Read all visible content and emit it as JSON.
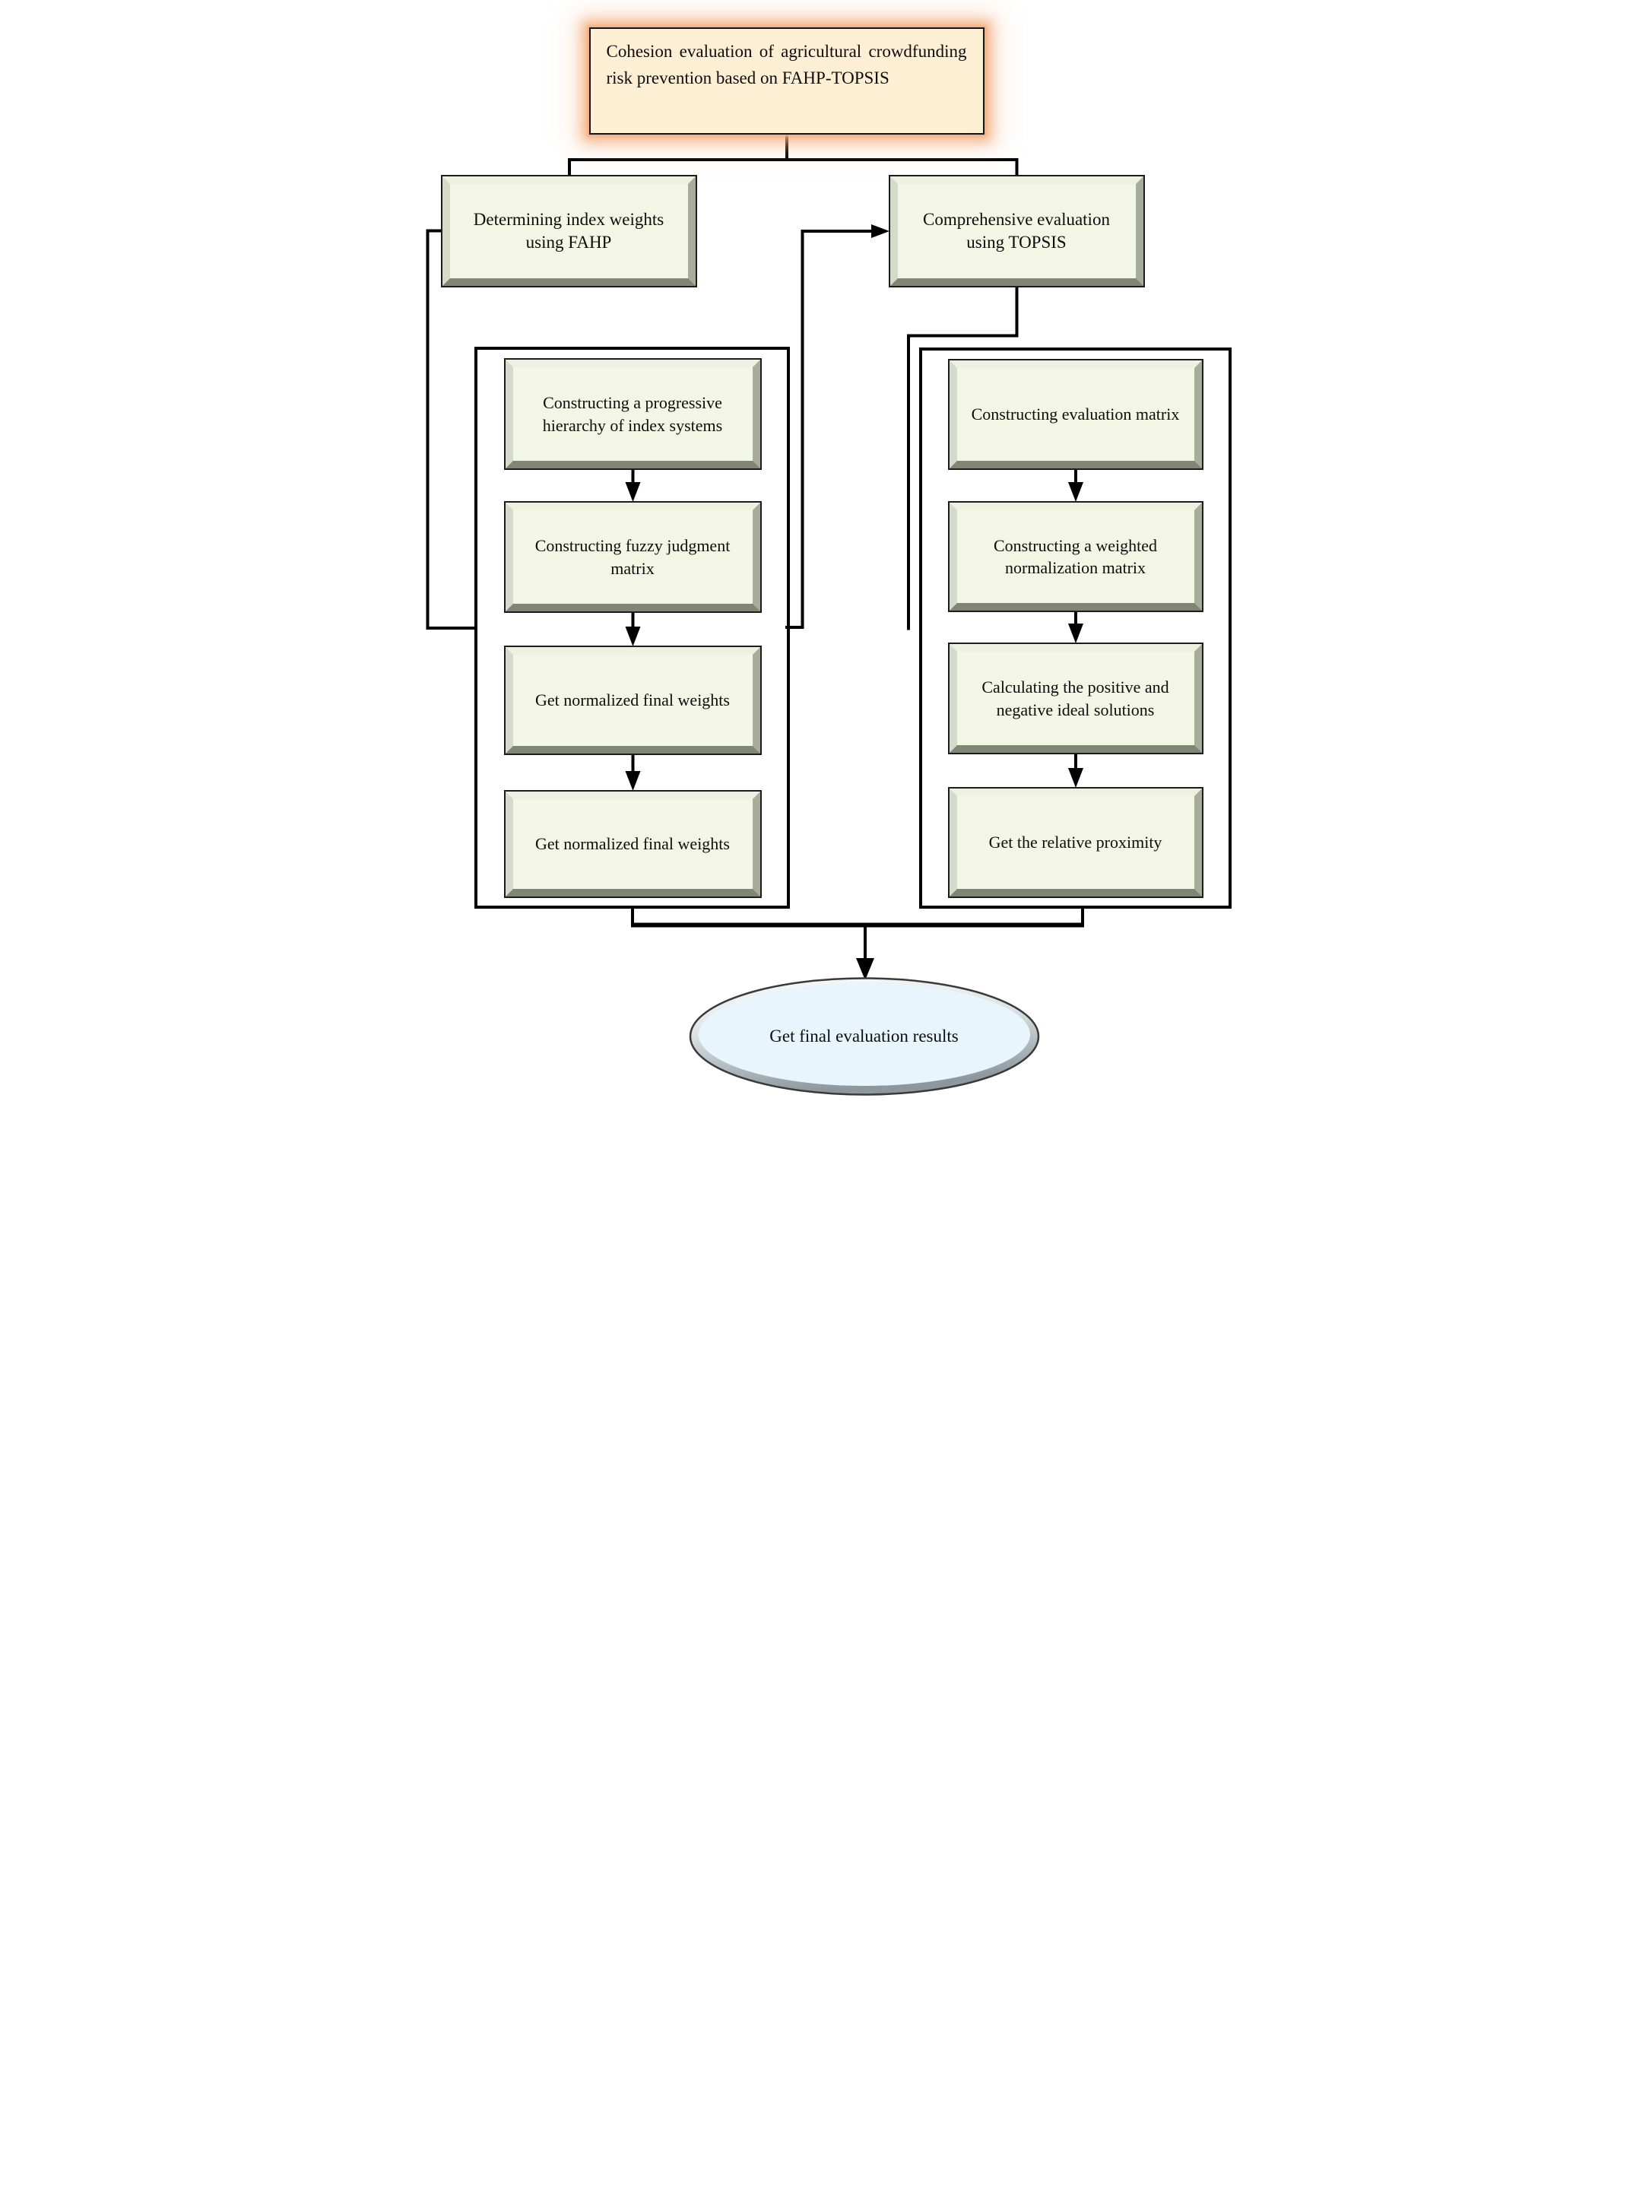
{
  "diagram": {
    "title": "Cohesion evaluation of agricultural crowdfunding risk prevention based on FAHP-TOPSIS",
    "branch_left": "Determining index weights using FAHP",
    "branch_right": "Comprehensive evaluation using TOPSIS",
    "left_steps": [
      "Constructing a progressive hierarchy of index systems",
      "Constructing fuzzy judgment matrix",
      "Get normalized final weights",
      "Get normalized final weights"
    ],
    "right_steps": [
      "Constructing evaluation matrix",
      "Constructing a weighted normalization matrix",
      "Calculating the positive and negative ideal solutions",
      "Get the relative proximity"
    ],
    "result": "Get final evaluation results"
  },
  "colors": {
    "title_fill": "#fcefd4",
    "title_glow": "#f2a678",
    "node_fill": "#f3f6e4",
    "bevel_light": "#eef1e0",
    "bevel_dark": "#7f8673",
    "line": "#000000",
    "ellipse_fill": "#e9f5fc",
    "ellipse_rim": "#8d989e"
  }
}
